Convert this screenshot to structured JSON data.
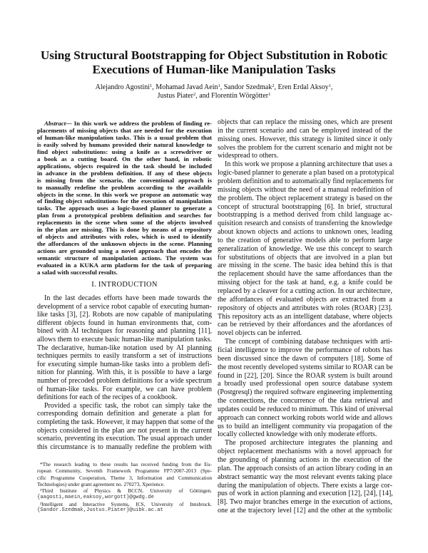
{
  "title": {
    "line1": "Using Structural Bootstrapping for Object Substitution in Robotic",
    "line2": "Executions of Human-like Manipulation Tasks"
  },
  "authors": {
    "line1": [
      {
        "name": "Alejandro Agostini",
        "affil": "1",
        "sep": ", "
      },
      {
        "name": "Mohamad Javad Aein",
        "affil": "1",
        "sep": ", "
      },
      {
        "name": "Sandor Szedmak",
        "affil": "2",
        "sep": ", "
      },
      {
        "name": "Eren Erdal Aksoy",
        "affil": "1",
        "sep": ","
      }
    ],
    "line2": [
      {
        "name": "Justus Piater",
        "affil": "2",
        "sep": ", and "
      },
      {
        "name": "Florentin Wörgötter",
        "affil": "1",
        "sep": ""
      }
    ]
  },
  "abstract": {
    "label": "Abstract",
    "lines": [
      "— In this work we address the problem of finding re-",
      "placements of missing objects that are needed for the execution",
      "of human-like manipulation tasks. This is a usual problem that",
      "is easily solved by humans provided their natural knowledge to",
      "find object substitutions: using a knife as a screwdriver or",
      "a book as a cutting board. On the other hand, in robotic",
      "applications, objects required in the task should be included",
      "in advance in the problem definition. If any of these objects",
      "is missing from the scenario, the conventional approach is",
      "to manually redefine the problem according to the available",
      "objects in the scene. In this work we propose an automatic way",
      "of finding object substitutions for the execution of manipulation",
      "tasks. The approach uses a logic-based planner to generate a",
      "plan from a prototypical problem definition and searches for",
      "replacements in the scene when some of the objects involved",
      "in the plan are missing. This is done by means of a repository",
      "of objects and attributes with roles, which is used to identify",
      "the affordances of the unknown objects in the scene. Planning",
      "actions are grounded using a novel approach that encodes the",
      "semantic structure of manipulation actions. The system was",
      "evaluated in a KUKA arm platform for the task of preparing",
      "a salad with successful results."
    ]
  },
  "intro": {
    "heading": "I. INTRODUCTION",
    "paragraphs": [
      [
        "In the last decades efforts have been made towards the",
        "development of a service robot capable of executing human-",
        "like tasks [3], [2]. Robots are now capable of manipulating",
        "different objects found in human environments that, com-",
        "bined with AI techniques for reasoning and planning [11],",
        "allows them to execute basic human-like manipulation tasks.",
        "The declarative, human-like notation used by AI planning",
        "techniques permits to easily transform a set of instructions",
        "for executing simple human-like tasks into a problem defi-",
        "nition for planning. With this, it is possible to have a large",
        "number of precoded problem definitions for a wide spectrum",
        "of human-like tasks. For example, we can have problem",
        "definitions for each of the recipes of a cookbook."
      ],
      [
        "Provided a specific task, the robot can simply take the",
        "corresponding domain definition and generate a plan for",
        "completing the task. However, it may happen that some of the",
        "objects considered in the plan are not present in the current",
        "scenario, preventing its execution. The usual approach under",
        "this circumstance is to manually redefine the problem with"
      ]
    ]
  },
  "footnotes": [
    {
      "lines": [
        "*The research leading to these results has received funding from the Eu-",
        "ropean Community, Seventh Framework Programme FP7/2007-2013 (Spe-",
        "cific Programme Cooperation, Theme 3, Information and Communication",
        "Technologies) under grant agreement no. 270273, Xperience."
      ],
      "mono": ""
    },
    {
      "lines": [
        "¹Third Institute of Physics & BCCN, University of Göttingen."
      ],
      "mono": "{aagosti,maein,eaksoy,worgott}@gwdg.de"
    },
    {
      "lines": [
        "²Intelligent and Interactive Systems, ICS, University of Innsbruck."
      ],
      "mono": "{Sandor.Szedmak,Justus.Piater}@uibk.ac.at"
    }
  ],
  "right": {
    "paragraphs": [
      [
        "objects that can replace the missing ones, which are present",
        "in the current scenario and can be employed instead of the",
        "missing ones. However, this strategy is limited since it only",
        "solves the problem for the current scenario and might not be",
        "widespread to others."
      ],
      [
        "In this work we propose a planning architecture that uses a",
        "logic-based planner to generate a plan based on a prototypical",
        "problem definition and to automatically find replacements for",
        "missing objects without the need of a manual redefinition of",
        "the problem. The object replacement strategy is based on the",
        "concept of structural bootstrapping [6]. In brief, structural",
        "bootstrapping is a method derived from child language ac-",
        "quisition research and consists of transferring the knowledge",
        "about known objects and actions to unknown ones, leading",
        "to the creation of generative models able to perform large",
        "generalization of knowledge. We use this concept to search",
        "for substitutions of objects that are involved in a plan but",
        "are missing in the scene. The basic idea behind this is that",
        "the replacement should have the same affordances than the",
        "missing object for the task at hand, e.g. a knife could be",
        "replaced by a cleaver for a cutting action. In our architecture,",
        "the affordances of evaluated objects are extracted from a",
        "repository of objects and attributes with roles (ROAR) [23].",
        "This repository acts as an intelligent database, where objects",
        "can be retrieved by their affordances and the afordances of",
        "novel objects can be inferred."
      ],
      [
        "The concept of combining database techniques with arti-",
        "ficial intelligence to improve the performance of robots has",
        "been discussed since the dawn of computers [18]. Some of",
        "the most recently developed systems similar to ROAR can be",
        "found in [22], [20]. Since the ROAR system is built around",
        "a broadly used professional open source database system",
        "(Postgresql) the required software engineering implementing",
        "the connections, the concurrence of the data retrieval and",
        "updates could be reduced to minimum. This kind of universal",
        "approach can connect working robots world wide and allows",
        "us to build an intelligent community via propagation of the",
        "locally collected knowledge with only moderate efforts."
      ],
      [
        "The proposed architecture integrates the planning and",
        "object replacement mechanisms with a novel approach for",
        "the grounding of planning actions in the execution of the",
        "plan. The approach consists of an action library coding in an",
        "abstract semantic way the most relevant events taking place",
        "during the manipulation of objects. There exists a large cor-",
        "pus of work in action planning and execution [12], [24], [14],",
        "[8]. Two major branches emerge in the execution of actions,",
        "one at the trajectory level [12] and the other at the symbolic"
      ]
    ]
  }
}
